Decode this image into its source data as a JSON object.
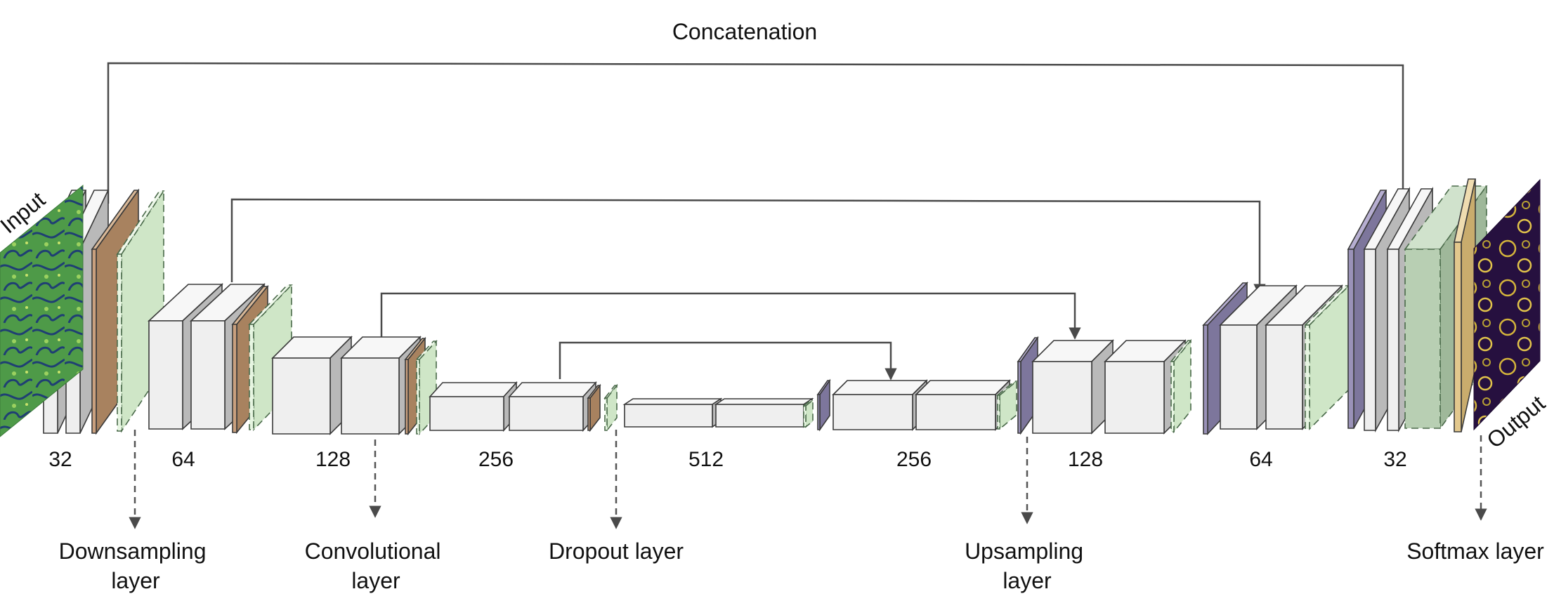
{
  "title": "Concatenation",
  "input_label": "Input",
  "output_label": "Output",
  "stage_labels": [
    "32",
    "64",
    "128",
    "256",
    "512",
    "256",
    "128",
    "64",
    "32"
  ],
  "layer_legend": [
    "Downsampling layer",
    "Convolutional layer",
    "Dropout layer",
    "Upsampling layer",
    "Softmax layer"
  ],
  "colors": {
    "block_front": "#efefef",
    "block_top": "#f7f7f7",
    "block_side": "#b9b9b9",
    "downsampling": "#c9a07e",
    "dropout": "#e6f5e1",
    "upsampling": "#9a92b8",
    "softmax": "#e3c88d",
    "output_dropout": "#b8cfb3",
    "line": "#4a4a4a"
  }
}
